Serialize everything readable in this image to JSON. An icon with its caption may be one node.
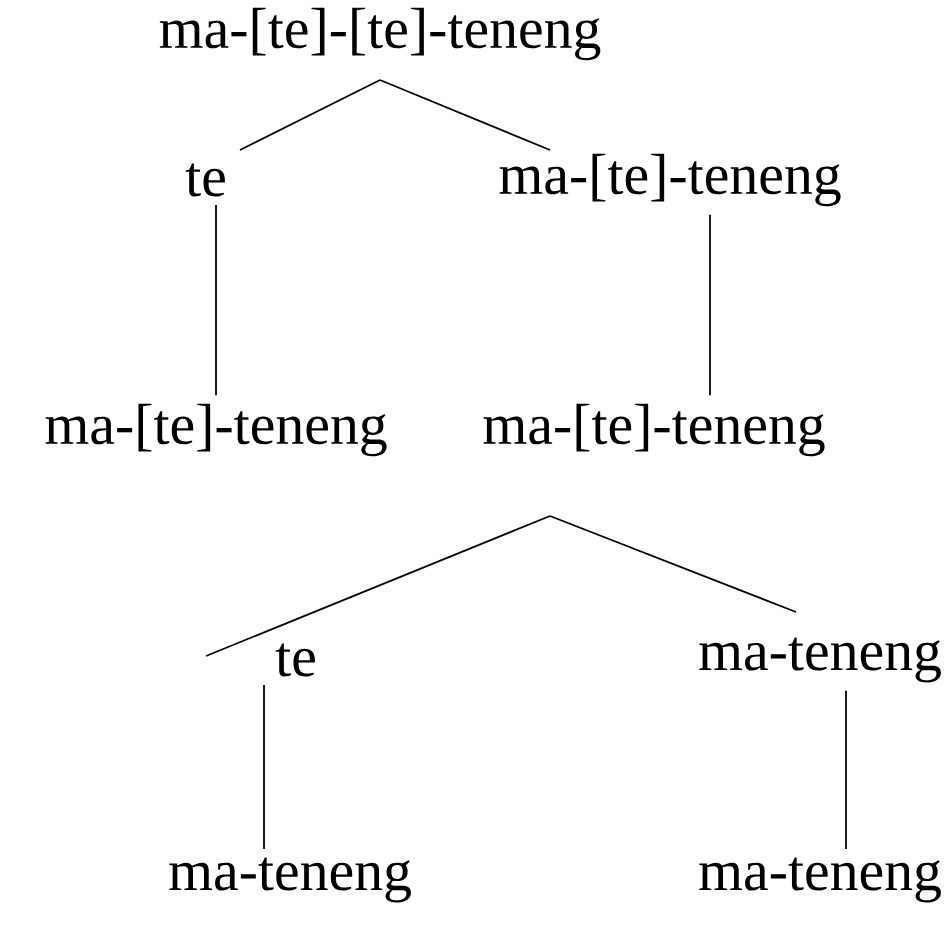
{
  "diagram": {
    "nodes": [
      {
        "text": [
          "ma-[te]-[te]-teneng"
        ]
      },
      {
        "text": [
          "te"
        ]
      },
      {
        "text": [
          "ma-[te]-teneng"
        ]
      },
      {
        "text": [
          "ma-[te]-teneng"
        ]
      },
      {
        "text": [
          "ma-[te]-teneng"
        ]
      },
      {
        "text": [
          "te"
        ]
      },
      {
        "text": [
          "ma-teneng"
        ]
      },
      {
        "text": [
          "ma-teneng"
        ]
      },
      {
        "text": [
          "ma-teneng"
        ]
      }
    ],
    "edges": [
      {
        "from": 0,
        "to": 1,
        "arrow": "none"
      },
      {
        "from": 0,
        "to": 2,
        "arrow": "none"
      },
      {
        "from": 1,
        "to": 3,
        "arrow": "none"
      },
      {
        "from": 2,
        "to": 4,
        "arrow": "none"
      },
      {
        "from": 4,
        "to": 5,
        "arrow": "none"
      },
      {
        "from": 4,
        "to": 6,
        "arrow": "none"
      },
      {
        "from": 5,
        "to": 7,
        "arrow": "none"
      },
      {
        "from": 6,
        "to": 8,
        "arrow": "none"
      }
    ]
  }
}
